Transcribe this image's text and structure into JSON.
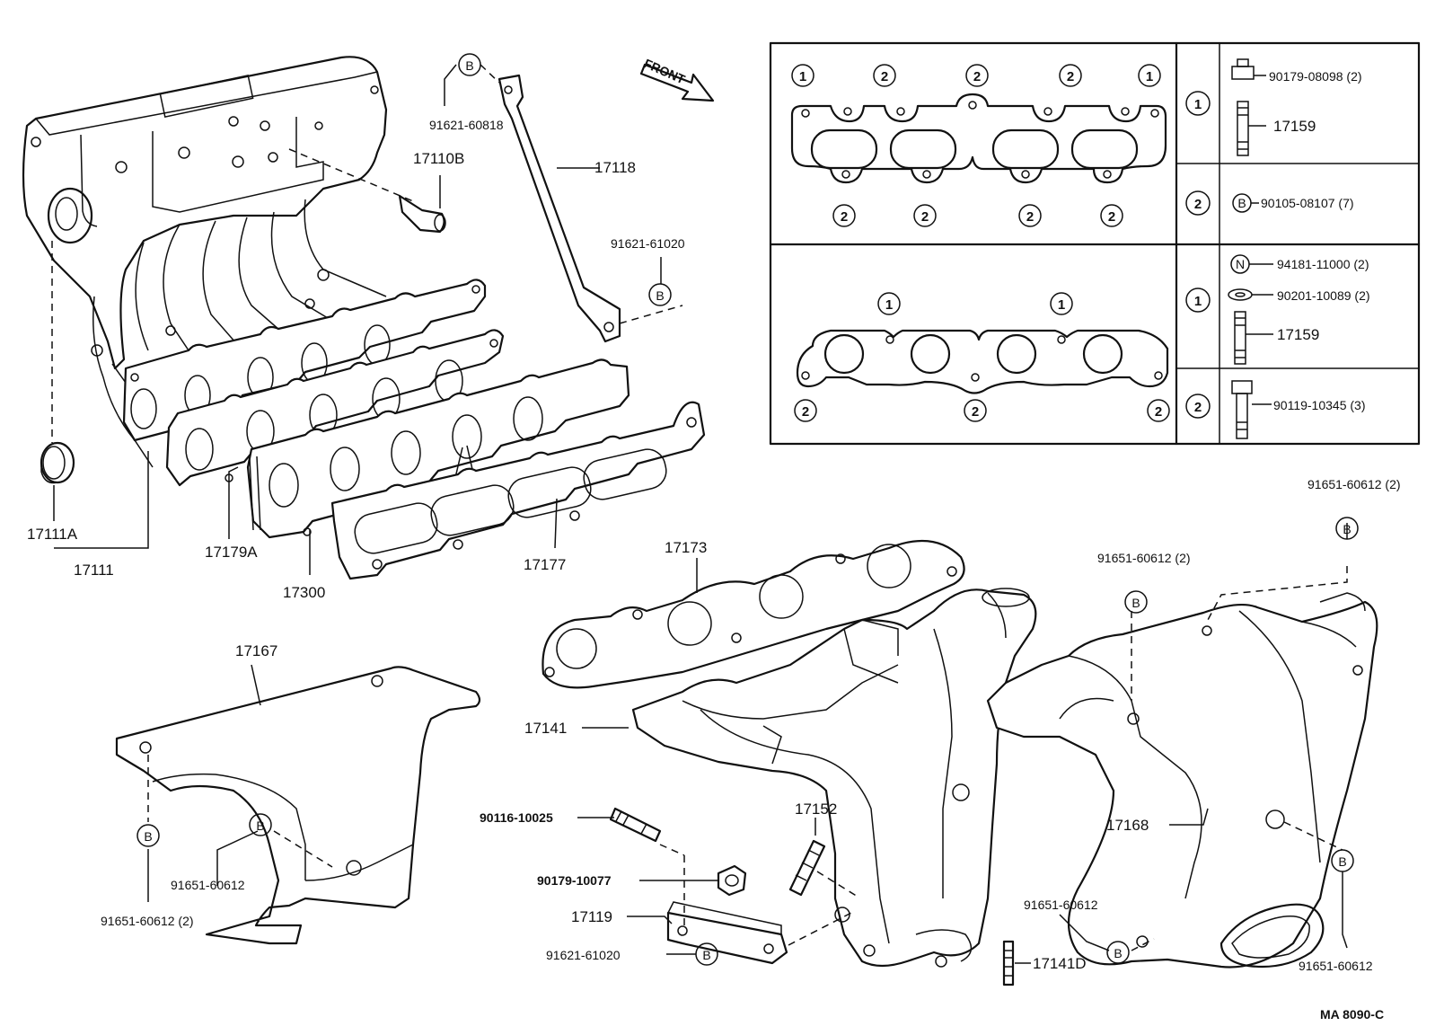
{
  "diagram": {
    "drawing_number": "MA  8090-C",
    "front_arrow": "FRONT",
    "bolt_symbol": "B",
    "nut_symbol": "N",
    "callouts": {
      "intake_manifold_assy": "17111",
      "intake_manifold_gasket": "17111A",
      "intake_stud": "17110B",
      "intake_bracket": "17118",
      "bracket_bolt_top": "91621-60818",
      "bracket_bolt_right": "91621-61020",
      "manifold_gasket_a": "17179A",
      "insulator": "17300",
      "gasket_17177": "17177",
      "exhaust_gasket": "17173",
      "exhaust_manifold": "17141",
      "upper_insulator": "17167",
      "insulator_bolt_right": "91651-60612",
      "insulator_bolt_left": "91651-60612 (2)",
      "stud_90116": "90116-10025",
      "nut_90179": "90179-10077",
      "stay_17119": "17119",
      "stay_bolt": "91621-61020",
      "stud_17152": "17152",
      "stud_17141D": "17141D",
      "heat_insulator": "17168",
      "hi_bolt_top_right": "91651-60612 (2)",
      "hi_bolt_top_mid": "91651-60612 (2)",
      "hi_bolt_bottom_mid": "91651-60612",
      "hi_bolt_bottom_right": "91651-60612"
    },
    "legend": {
      "intake": {
        "pos1": "1",
        "pos2": "2",
        "row1_mark": "1",
        "row1_items": [
          "90179-08098 (2)",
          "17159"
        ],
        "row2_mark": "2",
        "row2_items": [
          "90105-08107 (7)"
        ]
      },
      "exhaust": {
        "row1_mark": "1",
        "row1_items": [
          "94181-11000 (2)",
          "90201-10089 (2)",
          "17159"
        ],
        "row2_mark": "2",
        "row2_items": [
          "90119-10345 (3)"
        ]
      }
    }
  }
}
